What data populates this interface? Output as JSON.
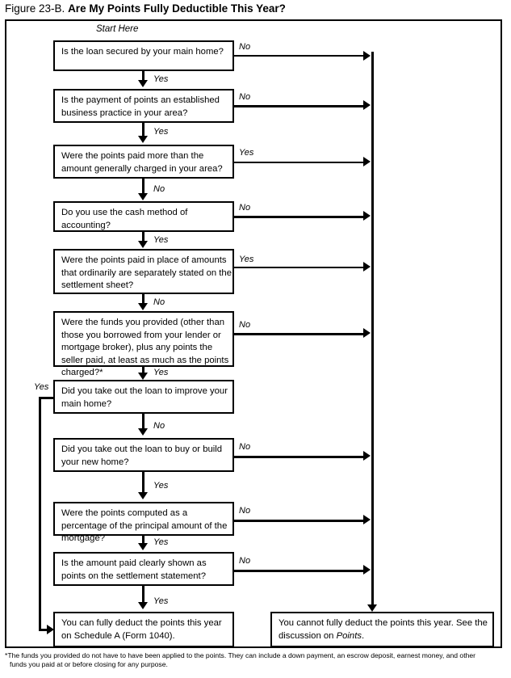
{
  "figure": {
    "label": "Figure 23-B.",
    "title": "Are My Points Fully Deductible This Year?",
    "start_label": "Start Here"
  },
  "labels": {
    "yes": "Yes",
    "no": "No"
  },
  "nodes": [
    {
      "id": "q1",
      "text": "Is the loan secured by your main home?",
      "yes_label": "Yes",
      "no_label": "No"
    },
    {
      "id": "q2",
      "text": "Is the payment of points an established business practice in your area?",
      "yes_label": "Yes",
      "no_label": "No"
    },
    {
      "id": "q3",
      "text": "Were the points paid more than the amount generally charged in your area?",
      "yes_label": "Yes",
      "no_label": "No"
    },
    {
      "id": "q4",
      "text": "Do you use the cash method of accounting?",
      "yes_label": "Yes",
      "no_label": "No"
    },
    {
      "id": "q5",
      "text": "Were the points paid in place of amounts that ordinarily are separately stated on the settlement sheet?",
      "yes_label": "Yes",
      "no_label": "No"
    },
    {
      "id": "q6",
      "text": "Were the funds you provided (other than those you borrowed from your lender or mortgage broker), plus any points the seller paid, at least as much as the points charged?*",
      "yes_label": "Yes",
      "no_label": "No"
    },
    {
      "id": "q7",
      "text": "Did you take out the loan to improve your main home?",
      "yes_label": "Yes",
      "no_label": "No"
    },
    {
      "id": "q8",
      "text": "Did you take out the loan to buy or build your new home?",
      "yes_label": "Yes",
      "no_label": "No"
    },
    {
      "id": "q9",
      "text": "Were the points computed as a percentage of the principal amount of the mortgage?",
      "yes_label": "Yes",
      "no_label": "No"
    },
    {
      "id": "q10",
      "text": "Is the amount paid clearly shown as points on the settlement statement?",
      "yes_label": "Yes",
      "no_label": "No"
    }
  ],
  "outcomes": {
    "deductible": "You can fully deduct the points this year on Schedule A (Form 1040).",
    "not_deductible_part1": "You cannot fully deduct the points this year. See the discussion on ",
    "not_deductible_italic": "Points",
    "not_deductible_part2": "."
  },
  "edge_labels": {
    "q1_no": "No",
    "q2_no": "No",
    "q3_yes": "Yes",
    "q4_no": "No",
    "q5_yes": "Yes",
    "q6_no": "No",
    "q7_yes": "Yes",
    "q8_no": "No",
    "q9_no": "No",
    "q10_no": "No",
    "q1_to_q2": "Yes",
    "q2_to_q3": "Yes",
    "q3_to_q4": "No",
    "q4_to_q5": "Yes",
    "q5_to_q6": "No",
    "q6_to_q7": "Yes",
    "q7_to_q8": "No",
    "q8_to_q9": "Yes",
    "q9_to_q10": "Yes",
    "q10_to_out": "Yes"
  },
  "footnote": {
    "line1": "*The funds you provided do not have to have been applied to the points. They can include a down payment, an escrow deposit, earnest money, and other",
    "line2": "funds you paid at or before closing for any purpose."
  }
}
